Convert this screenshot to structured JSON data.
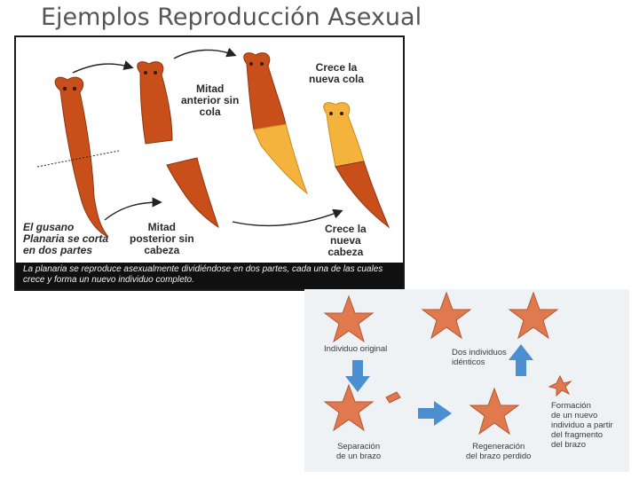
{
  "title": "Ejemplos Reproducción Asexual",
  "planaria": {
    "labels": {
      "mitad_anterior": "Mitad\nanterior sin\ncola",
      "crece_cola": "Crece la\nnueva cola",
      "gusano": "El gusano\nPlanaria se corta\nen dos partes",
      "mitad_posterior": "Mitad\nposterior sin\ncabeza",
      "crece_cabeza": "Crece la\nnueva\ncabeza"
    },
    "caption": "La planaria se reproduce asexualmente dividiéndose en dos partes, cada una de las cuales crece y forma un nuevo individuo completo.",
    "colors": {
      "body": "#c94f1a",
      "new_tissue": "#f3b33d",
      "background": "#ffffff"
    }
  },
  "starfish": {
    "labels": {
      "original": "Individuo original",
      "separacion": "Separación\nde un brazo",
      "regeneracion": "Regeneración\ndel brazo perdido",
      "dos_individuos": "Dos individuos\nidénticos",
      "formacion": "Formación\nde un nuevo\nindividuo a partir\ndel fragmento\ndel brazo"
    },
    "colors": {
      "body": "#e07a4e",
      "arrow": "#4b8fd1"
    }
  }
}
